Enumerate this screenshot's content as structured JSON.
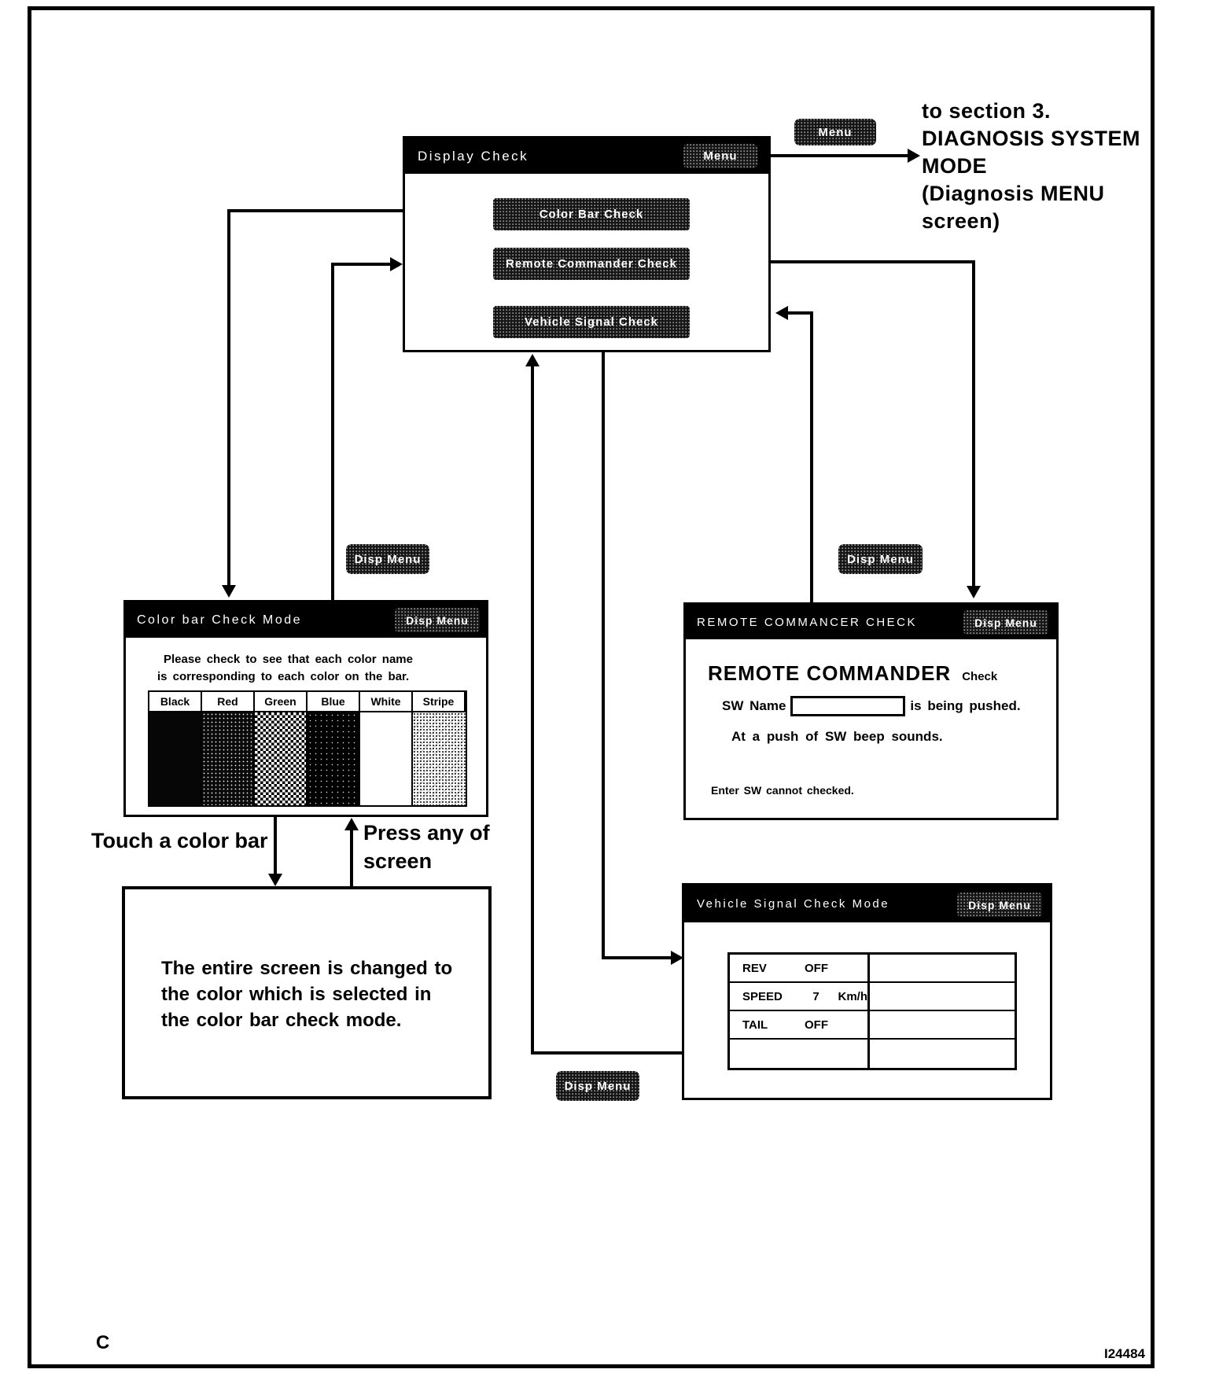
{
  "palette": {
    "ink": "#000000",
    "paper": "#ffffff"
  },
  "figure": {
    "corner_label": "C",
    "figure_id": "I24484"
  },
  "display_check": {
    "title": "Display Check",
    "menu_button": "Menu",
    "buttons": [
      "Color Bar Check",
      "Remote Commander Check",
      "Vehicle Signal Check"
    ]
  },
  "menu_float": "Menu",
  "disp_menu_float": "Disp Menu",
  "section_note": {
    "lines": [
      "to section 3.",
      "DIAGNOSIS SYSTEM",
      "MODE",
      "(Diagnosis MENU",
      "screen)"
    ]
  },
  "color_bar_screen": {
    "title": "Color bar Check Mode",
    "disp_menu_button": "Disp Menu",
    "instructions": [
      "Please check to see that each color name",
      "is corresponding to each color on the bar."
    ],
    "color_names": [
      "Black",
      "Red",
      "Green",
      "Blue",
      "White",
      "Stripe"
    ]
  },
  "arrow_labels": {
    "touch_color_bar": "Touch a color bar",
    "press_any_line1": "Press any of",
    "press_any_line2": "screen"
  },
  "entire_screen_box": {
    "lines": [
      "The entire screen is changed to",
      "the color which is selected in",
      "the color bar check mode."
    ]
  },
  "remote_screen": {
    "title": "REMOTE COMMANCER CHECK",
    "disp_menu_button": "Disp Menu",
    "heading": "REMOTE COMMANDER",
    "heading_note": "Check",
    "sw_label": "SW Name",
    "sw_input_value": "",
    "pushed_text": "is being pushed.",
    "beep_text": "At a push of SW beep sounds.",
    "footnote": "Enter SW cannot checked."
  },
  "vehicle_screen": {
    "title": "Vehicle Signal Check Mode",
    "disp_menu_button": "Disp Menu",
    "rows": [
      {
        "label": "REV",
        "value": "OFF",
        "unit": ""
      },
      {
        "label": "SPEED",
        "value": "7",
        "unit": "Km/h"
      },
      {
        "label": "TAIL",
        "value": "OFF",
        "unit": ""
      },
      {
        "label": "",
        "value": "",
        "unit": ""
      }
    ]
  }
}
